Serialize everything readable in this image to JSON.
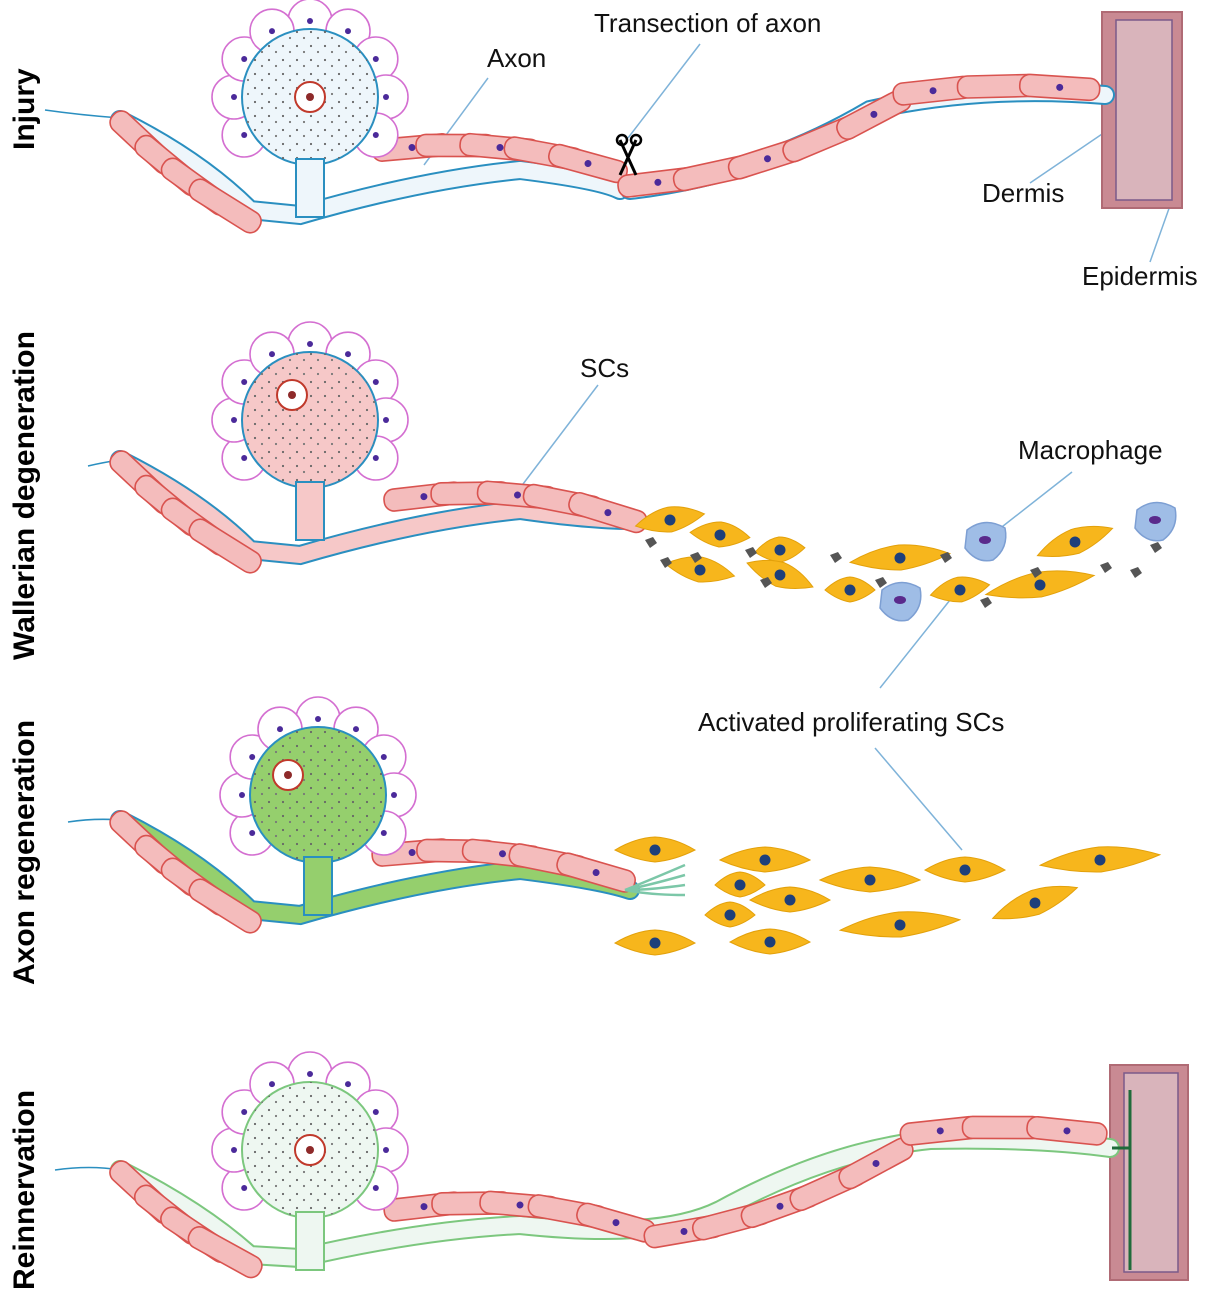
{
  "panels": {
    "injury": "Injury",
    "wallerian": "Wallerian degeneration",
    "regeneration": "Axon regeneration",
    "reinnervation": "Reinnervation"
  },
  "labels": {
    "transection": "Transection of axon",
    "axon": "Axon",
    "dermis": "Dermis",
    "epidermis": "Epidermis",
    "scs": "SCs",
    "macrophage": "Macrophage",
    "activated": "Activated proliferating SCs"
  },
  "colors": {
    "neuron_injury": "#eef6fb",
    "neuron_degeneration": "#f6c8c8",
    "neuron_regeneration": "#95cf6d",
    "neuron_reinnervation": "#eef7f1",
    "schwann_cell": "#f4bcbc",
    "schwann_outline": "#d9534f",
    "activated_sc": "#f7b61c",
    "macrophage": "#9fbde6",
    "axon_outline": "#2a8fc0",
    "satellite_outline": "#d46fd1",
    "nucleus": "#4b2a9a",
    "skin": "#c98a93"
  }
}
